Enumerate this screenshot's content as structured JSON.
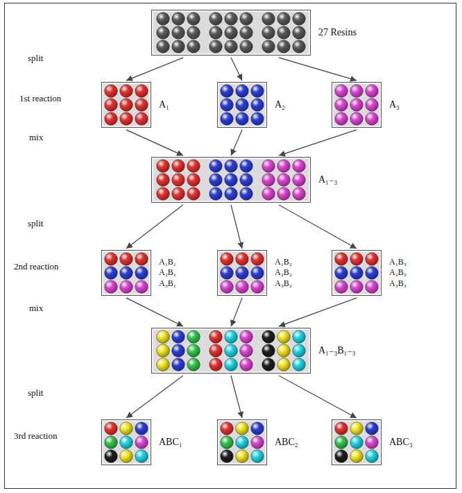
{
  "diagram": {
    "nodes": [
      {
        "text": [
          "27 Resins"
        ]
      },
      {
        "text": [
          "A₁"
        ]
      },
      {
        "text": [
          "A₂"
        ]
      },
      {
        "text": [
          "A₃"
        ]
      },
      {
        "text": [
          "A₁₋₃"
        ]
      },
      {
        "text": [
          "A₁B₁",
          "A₂B₁",
          "A₃B₁"
        ]
      },
      {
        "text": [
          "A₁B₂",
          "A₂B₂",
          "A₃B₂"
        ]
      },
      {
        "text": [
          "A₁B₃",
          "A₂B₃",
          "A₃B₃"
        ]
      },
      {
        "text": [
          "A₁₋₃B₁₋₃"
        ]
      },
      {
        "text": [
          "ABC₁"
        ]
      },
      {
        "text": [
          "ABC₂"
        ]
      },
      {
        "text": [
          "ABC₃"
        ]
      }
    ],
    "edges": [
      {
        "from": 0,
        "to": 1,
        "arrow": "to"
      },
      {
        "from": 0,
        "to": 2,
        "arrow": "to"
      },
      {
        "from": 0,
        "to": 3,
        "arrow": "to"
      },
      {
        "from": 1,
        "to": 4,
        "arrow": "to"
      },
      {
        "from": 2,
        "to": 4,
        "arrow": "to"
      },
      {
        "from": 3,
        "to": 4,
        "arrow": "to"
      },
      {
        "from": 4,
        "to": 5,
        "arrow": "to"
      },
      {
        "from": 4,
        "to": 6,
        "arrow": "to"
      },
      {
        "from": 4,
        "to": 7,
        "arrow": "to"
      },
      {
        "from": 5,
        "to": 8,
        "arrow": "to"
      },
      {
        "from": 6,
        "to": 8,
        "arrow": "to"
      },
      {
        "from": 7,
        "to": 8,
        "arrow": "to"
      },
      {
        "from": 8,
        "to": 9,
        "arrow": "to"
      },
      {
        "from": 8,
        "to": 10,
        "arrow": "to"
      },
      {
        "from": 8,
        "to": 11,
        "arrow": "to"
      }
    ],
    "labels": [
      "split",
      "1st reaction",
      "mix",
      "split",
      "2nd reaction",
      "mix",
      "split",
      "3rd reaction"
    ]
  }
}
